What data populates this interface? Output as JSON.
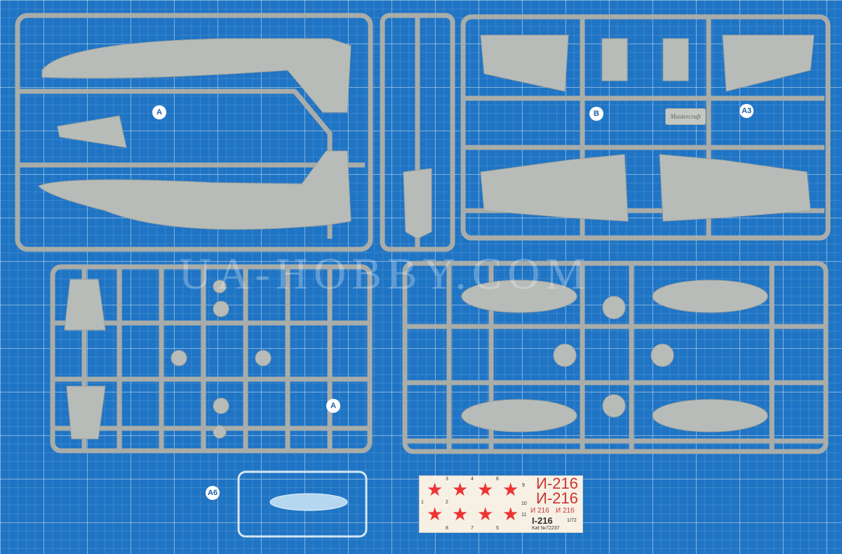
{
  "watermark": "UA-HOBBY.COM",
  "sprue_labels": {
    "a": "A",
    "a3": "A3",
    "a6": "A6",
    "b": "B",
    "brand": "Mastercraft"
  },
  "decal": {
    "title_large": "И-216",
    "title_small": "И 216",
    "catalog": "Kat №72237",
    "model": "I-216",
    "scale": "1/72",
    "numbers": [
      "1",
      "2",
      "3",
      "4",
      "5",
      "6",
      "7",
      "8",
      "9",
      "10",
      "11"
    ]
  },
  "colors": {
    "mat": "#1f74c4",
    "plastic": "#b8bcb8",
    "star": "#e33333"
  }
}
